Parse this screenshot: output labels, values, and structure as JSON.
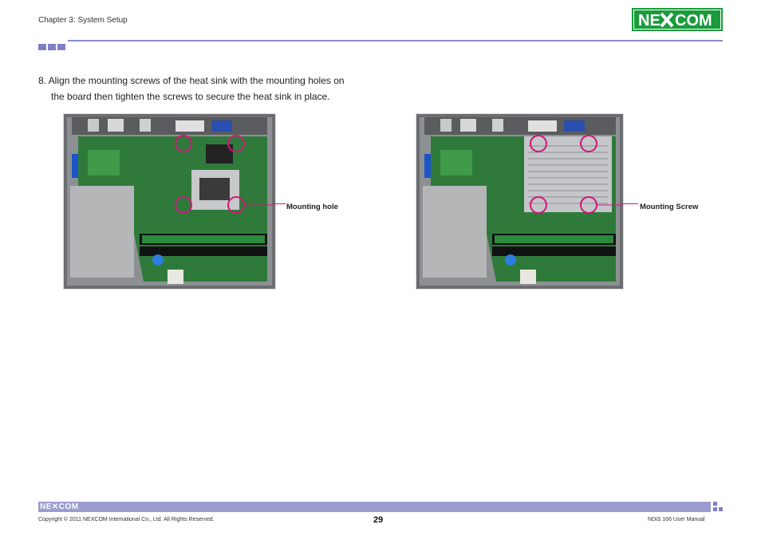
{
  "header": {
    "chapter": "Chapter 3: System Setup",
    "logo_text": "NEXCOM"
  },
  "step": {
    "line1": "8. Align the mounting screws of the heat sink with the mounting holes on",
    "line2": "the board then tighten the screws to secure the heat sink in place."
  },
  "figures": [
    {
      "callout": "Mounting hole",
      "caption_color": "#d1157a"
    },
    {
      "callout": "Mounting Screw",
      "caption_color": "#d1157a"
    }
  ],
  "footer": {
    "logo_text": "NE✕COM",
    "copyright": "Copyright © 2011 NEXCOM International Co., Ltd. All Rights Reserved.",
    "page": "29",
    "manual": "NDiS 166 User Manual"
  },
  "colors": {
    "accent": "#8a8bd0",
    "logo_green": "#1a9b3c",
    "callout_magenta": "#d1157a",
    "board_green": "#2f7a3a"
  }
}
